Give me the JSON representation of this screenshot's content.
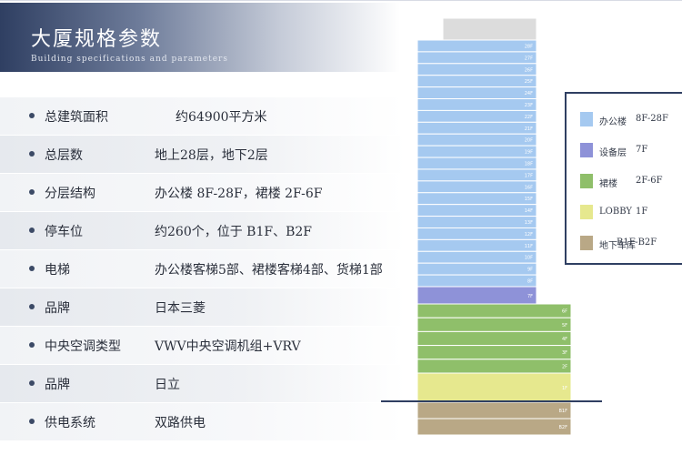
{
  "header": {
    "title": "大厦规格参数",
    "subtitle": "Building specifications and parameters"
  },
  "specs": [
    {
      "label": "总建筑面积",
      "value": "约64900平方米"
    },
    {
      "label": "总层数",
      "value": "地上28层，地下2层"
    },
    {
      "label": "分层结构",
      "value": "办公楼 8F-28F，裙楼 2F-6F"
    },
    {
      "label": "停车位",
      "value": "约260个，位于 B1F、B2F"
    },
    {
      "label": "电梯",
      "value": "办公楼客梯5部、裙楼客梯4部、货梯1部"
    },
    {
      "label": "品牌",
      "value": "日本三菱"
    },
    {
      "label": "中央空调类型",
      "value": "VWV中央空调机组+VRV"
    },
    {
      "label": "品牌",
      "value": "日立"
    },
    {
      "label": "供电系统",
      "value": "双路供电"
    }
  ],
  "building": {
    "office_floors": [
      "28F",
      "27F",
      "26F",
      "25F",
      "24F",
      "23F",
      "22F",
      "21F",
      "20F",
      "19F",
      "18F",
      "17F",
      "16F",
      "15F",
      "14F",
      "13F",
      "12F",
      "11F",
      "10F",
      "9F",
      "8F"
    ],
    "equipment_floor": "7F",
    "podium_floors": [
      "6F",
      "5F",
      "4F",
      "3F",
      "2F"
    ],
    "lobby_floor": "1F",
    "basement_floors": [
      "B1F",
      "B2F"
    ]
  },
  "legend": [
    {
      "name": "办公楼",
      "floors": "8F-28F",
      "color": "#a5c9f0"
    },
    {
      "name": "设备层",
      "floors": "7F",
      "color": "#8e92d8"
    },
    {
      "name": "裙楼",
      "floors": "2F-6F",
      "color": "#8fbf6a"
    },
    {
      "name": "LOBBY",
      "floors": "1F",
      "color": "#e6e88e"
    },
    {
      "name": "地下车库",
      "floors": "B1F-B2F",
      "color": "#b9a886"
    }
  ],
  "colors": {
    "office": "#a5c9f0",
    "equipment": "#8e92d8",
    "podium": "#8fbf6a",
    "lobby": "#e6e88e",
    "basement": "#b9a886",
    "roof": "#dcdcdc",
    "ground_line": "#2f3f62"
  }
}
